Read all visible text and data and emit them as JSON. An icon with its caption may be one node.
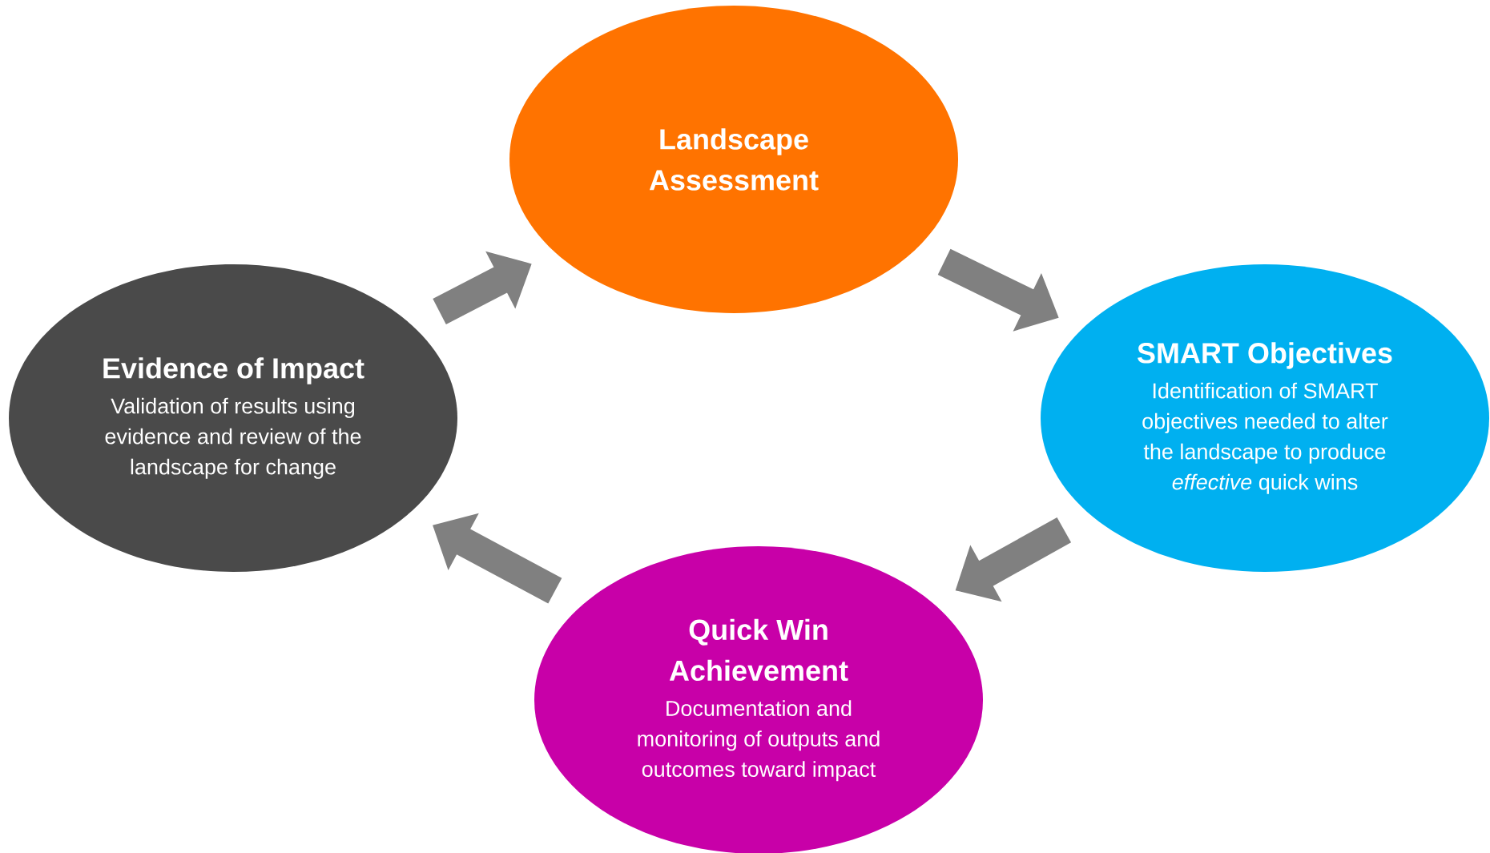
{
  "diagram": {
    "nodes": [
      {
        "text": [
          "Landscape Assessment"
        ]
      },
      {
        "text": [
          "SMART Objectives",
          "Identification of SMART objectives needed to alter the landscape to produce *effective* quick wins"
        ]
      },
      {
        "text": [
          "Quick Win Achievement",
          "Documentation and monitoring of outputs and outcomes toward impact"
        ]
      },
      {
        "text": [
          "Evidence of Impact",
          "Validation of results using evidence and review of the landscape for change"
        ]
      }
    ],
    "edges": [
      {
        "from": 0,
        "to": 1,
        "arrow": "to"
      },
      {
        "from": 1,
        "to": 2,
        "arrow": "to"
      },
      {
        "from": 2,
        "to": 3,
        "arrow": "to"
      },
      {
        "from": 3,
        "to": 0,
        "arrow": "to"
      }
    ]
  }
}
